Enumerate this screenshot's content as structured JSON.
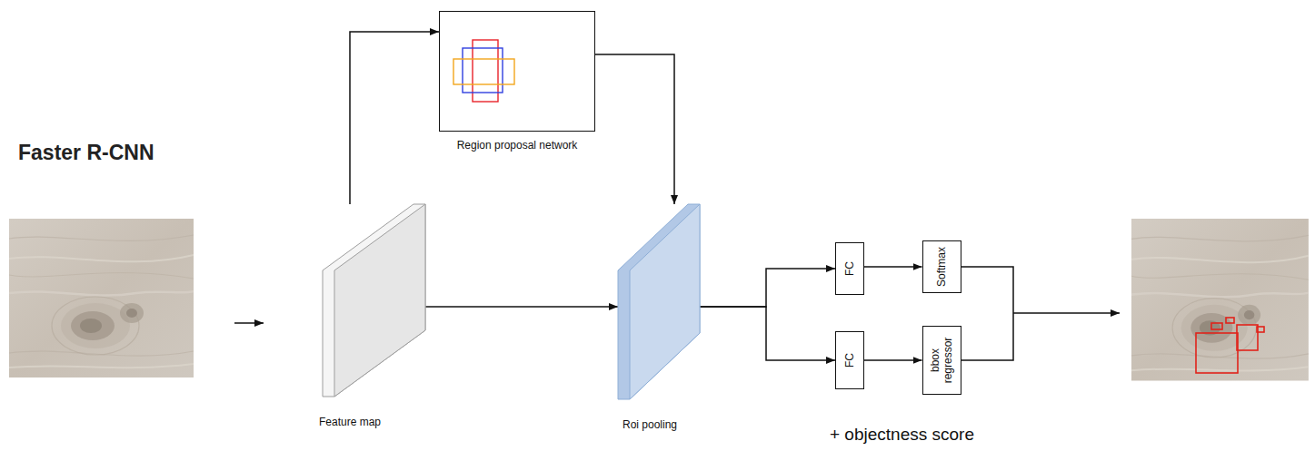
{
  "diagram": {
    "title": "Faster R-CNN",
    "nodes": [
      {
        "text": [
          "Feature map"
        ]
      },
      {
        "text": [
          "Region proposal network"
        ]
      },
      {
        "text": [
          "Roi pooling"
        ]
      },
      {
        "text": [
          "FC"
        ]
      },
      {
        "text": [
          "Softmax"
        ]
      },
      {
        "text": [
          "FC"
        ]
      },
      {
        "text": [
          "bbox regressor"
        ]
      }
    ],
    "edges": [
      {
        "from": 0,
        "to": 1,
        "arrow": "to"
      },
      {
        "from": 1,
        "to": 2,
        "arrow": "to"
      },
      {
        "from": 0,
        "to": 2,
        "arrow": "to"
      },
      {
        "from": 2,
        "to": 3,
        "arrow": "to"
      },
      {
        "from": 2,
        "to": 5,
        "arrow": "to"
      },
      {
        "from": 3,
        "to": 4,
        "arrow": "to"
      },
      {
        "from": 5,
        "to": 6,
        "arrow": "to"
      }
    ],
    "labels": [
      "+ objectness score"
    ]
  }
}
